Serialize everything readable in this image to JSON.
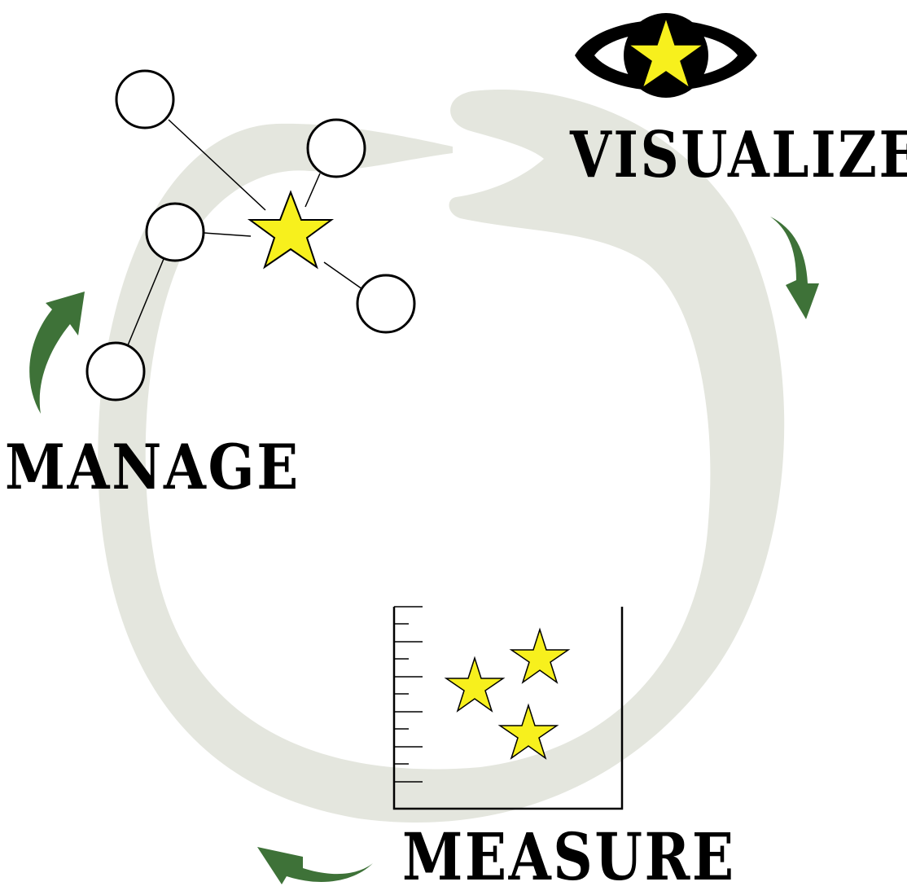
{
  "labels": {
    "visualize": "VISUALIZE",
    "manage": "MANAGE",
    "measure": "MEASURE"
  },
  "colors": {
    "cycle_shape": "#e4e6de",
    "arrow": "#3e7238",
    "star_fill": "#f7f01d",
    "outline": "#000000",
    "background": "#ffffff"
  },
  "icons": {
    "visualize": "eye-with-star-icon",
    "manage": "network-nodes-star-icon",
    "measure": "beaker-with-stars-icon",
    "cycle_arrows": "curved-arrow-icon"
  },
  "diagram": {
    "stages": [
      "visualize",
      "measure",
      "manage"
    ],
    "node_count": 5,
    "beaker_star_count": 3
  }
}
